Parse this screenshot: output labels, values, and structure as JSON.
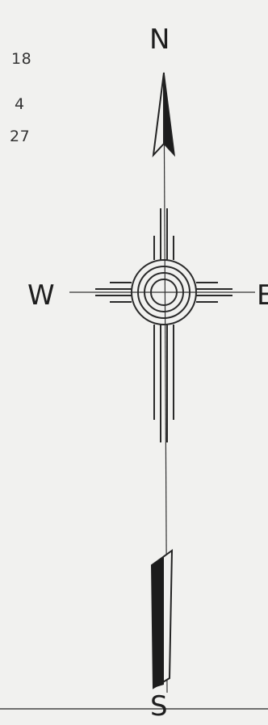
{
  "compass": {
    "north": "N",
    "south": "S",
    "west": "W",
    "east": "E"
  },
  "margin_numbers": [
    "18",
    "4",
    "27"
  ],
  "colors": {
    "background": "#f1f1ef",
    "ink": "#1e1e1e"
  },
  "icons": [
    "north-arrow-icon",
    "zia-sun-symbol-icon",
    "south-arrow-tail-icon"
  ]
}
